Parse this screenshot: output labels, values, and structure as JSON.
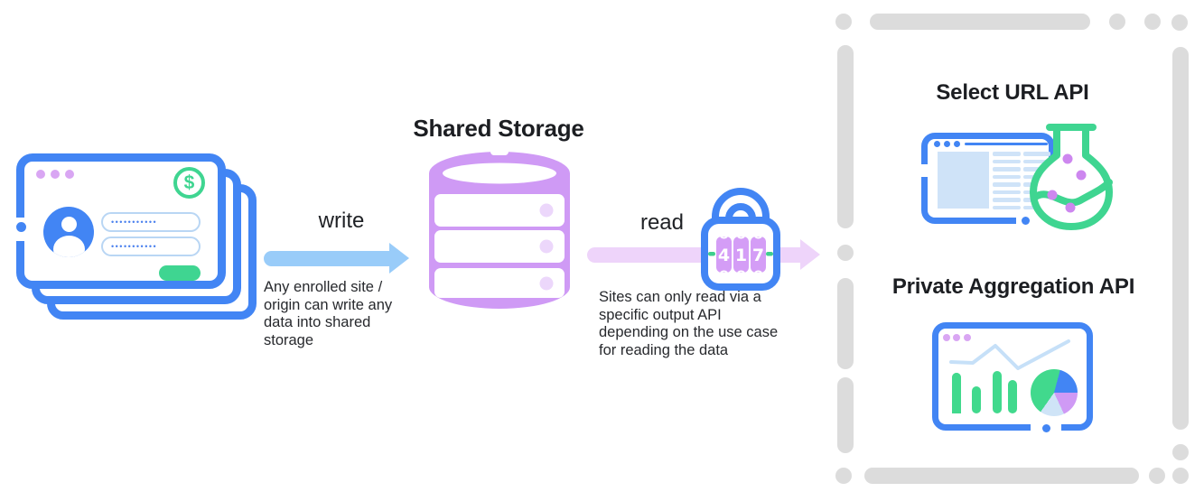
{
  "diagram": {
    "storage": {
      "title": "Shared Storage"
    },
    "write": {
      "label": "write",
      "note": "Any enrolled site / origin can write any data into shared storage"
    },
    "read": {
      "label": "read",
      "note": "Sites can only read via a specific output API depending on the use case for reading the data"
    },
    "lock": {
      "digits": [
        "4",
        "1",
        "7"
      ]
    },
    "login_window": {
      "currency_symbol": "$",
      "password_value_1": "•••••••••••",
      "password_value_2": "•••••••••••"
    },
    "outputs": {
      "select_url": {
        "title": "Select URL API"
      },
      "private_aggregation": {
        "title": "Private Aggregation API"
      }
    }
  },
  "colors": {
    "primary_blue": "#4285f4",
    "write_arrow_blue": "#99ccf9",
    "read_arrow_lavender": "#eed4fa",
    "storage_purple": "#cf9af5",
    "storage_dot_purple": "#ecd7fb",
    "window_dot_purple": "#d9a6f3",
    "green": "#3fd591",
    "light_blue_fill": "#cfe3f8",
    "dashed_border_gray": "#dcdcdc",
    "text": "#202124"
  }
}
